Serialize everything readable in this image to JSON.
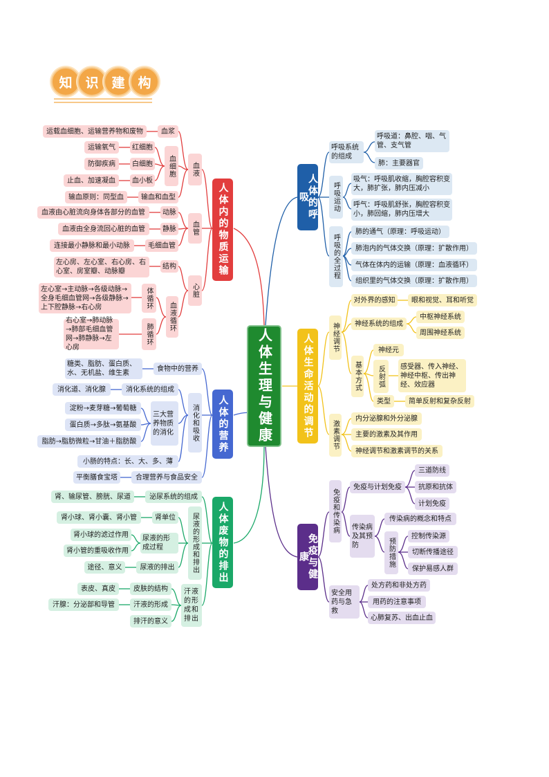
{
  "header": {
    "chars": [
      "知",
      "识",
      "建",
      "构"
    ]
  },
  "center": "人体生理与健康",
  "colors": {
    "red": "#e23d3d",
    "blue": "#4568d1",
    "green": "#1aa868",
    "navy": "#1f5fa8",
    "yellow": "#f2c21a",
    "purple": "#5b2e8a",
    "center": "#1f8a2f"
  },
  "branches": {
    "transport": "人体内的物质运输",
    "nutrition": "人体的营养",
    "waste": "人体废物的排出",
    "breath": "人体的呼吸",
    "regulation": "人体生命活动的调节",
    "immune": "免疫与健康"
  },
  "t": {
    "xuejiang": "血浆",
    "xuejiang_d": "运载血细胞、运输营养物和废物",
    "xuexibao": "血细胞",
    "hong": "红细胞",
    "hong_d": "运输氧气",
    "bai": "白细胞",
    "bai_d": "防御疾病",
    "xiao": "血小板",
    "xiao_d": "止血、加速凝血",
    "shuxue": "输血和血型",
    "shuxue_d": "输血原则：同型血",
    "xueye": "血液",
    "dongmai": "动脉",
    "dongmai_d": "血液由心脏流向身体各部分的血管",
    "jingmai": "静脉",
    "jingmai_d": "血液由全身流回心脏的血管",
    "maoxi": "毛细血管",
    "maoxi_d": "连接最小静脉和最小动脉",
    "xueguan": "血管",
    "jiegou": "结构",
    "jiegou_d": "左心房、左心室、右心房、右心室、房室瓣、动脉瓣",
    "ti": "体循环",
    "ti_d": "左心室→主动脉→各级动脉→全身毛细血管网→各级静脉→上下腔静脉→右心房",
    "fei": "肺循环",
    "fei_d": "右心室→肺动脉→肺部毛细血管网→肺静脉→左心房",
    "xuexun": "血液循环",
    "xinzang": "心脏"
  },
  "nu": {
    "food": "食物中的营养",
    "food_d": "糖类、脂肪、蛋白质、水、无机盐、维生素",
    "sys": "消化系统的组成",
    "sys_d": "消化道、消化腺",
    "three": "三大营养物质的消化",
    "s1": "淀粉→麦芽糖→葡萄糖",
    "s2": "蛋白质→多肽→氨基酸",
    "s3": "脂肪→脂肪微粒→甘油＋脂肪酸",
    "xh": "消化和吸收",
    "small": "小肠的特点：长、大、多、薄",
    "he": "合理营养与食品安全",
    "he_d": "平衡膳食宝塔"
  },
  "wa": {
    "mn": "泌尿系统的组成",
    "mn_d": "肾、输尿管、膀胱、尿道",
    "sd": "肾单位",
    "sd_d": "肾小球、肾小囊、肾小管",
    "nx": "尿液的形成过程",
    "nx1": "肾小球的滤过作用",
    "nx2": "肾小管的重吸收作用",
    "pc": "尿液的排出",
    "pc_d": "途径、意义",
    "ny": "尿液的形成和排出",
    "pf": "皮肤的结构",
    "pf_d": "表皮、真皮",
    "hx": "汗液的形成",
    "hx_d": "汗腺：分泌部和导管",
    "ph": "排汗的意义",
    "hy": "汗液的形成和排出"
  },
  "br": {
    "zc": "呼吸系统的组成",
    "dao": "呼吸道：鼻腔、咽、气管、支气管",
    "fei": "肺：主要器官",
    "yd": "呼吸运动",
    "xi": "吸气：呼吸肌收缩，胸腔容积变大，肺扩张，肺内压减小",
    "hu": "呼气：呼吸肌舒张，胸腔容积变小，肺回缩，肺内压增大",
    "qg": "呼吸的全过程",
    "g1": "肺的通气（原理：呼吸运动）",
    "g2": "肺泡内的气体交换（原理：扩散作用）",
    "g3": "气体在体内的运输（原理：血液循环）",
    "g4": "组织里的气体交换（原理：扩散作用）"
  },
  "re": {
    "sj": "神经调节",
    "gz": "对外界的感知",
    "gz_d": "眼和视觉、耳和听觉",
    "zc": "神经系统的组成",
    "zs": "中枢神经系统",
    "zw": "周围神经系统",
    "fs": "基本方式",
    "sjy": "神经元",
    "fsh": "反射弧",
    "fsh_d": "感受器、传入神经、神经中枢、传出神经、效应器",
    "lx": "类型",
    "lx_d": "简单反射和复杂反射",
    "js": "激素调节",
    "j1": "内分泌腺和外分泌腺",
    "j2": "主要的激素及其作用",
    "j3": "神经调节和激素调节的关系"
  },
  "im": {
    "my": "免疫和传染病",
    "jh": "免疫与计划免疫",
    "f1": "三道防线",
    "f2": "抗原和抗体",
    "f3": "计划免疫",
    "cr": "传染病及其预防",
    "gn": "传染病的概念和特点",
    "yf": "预防措施",
    "y1": "控制传染源",
    "y2": "切断传播途径",
    "y3": "保护易感人群",
    "aq": "安全用药与急救",
    "a1": "处方药和非处方药",
    "a2": "用药的注意事项",
    "a3": "心肺复苏、出血止血"
  }
}
